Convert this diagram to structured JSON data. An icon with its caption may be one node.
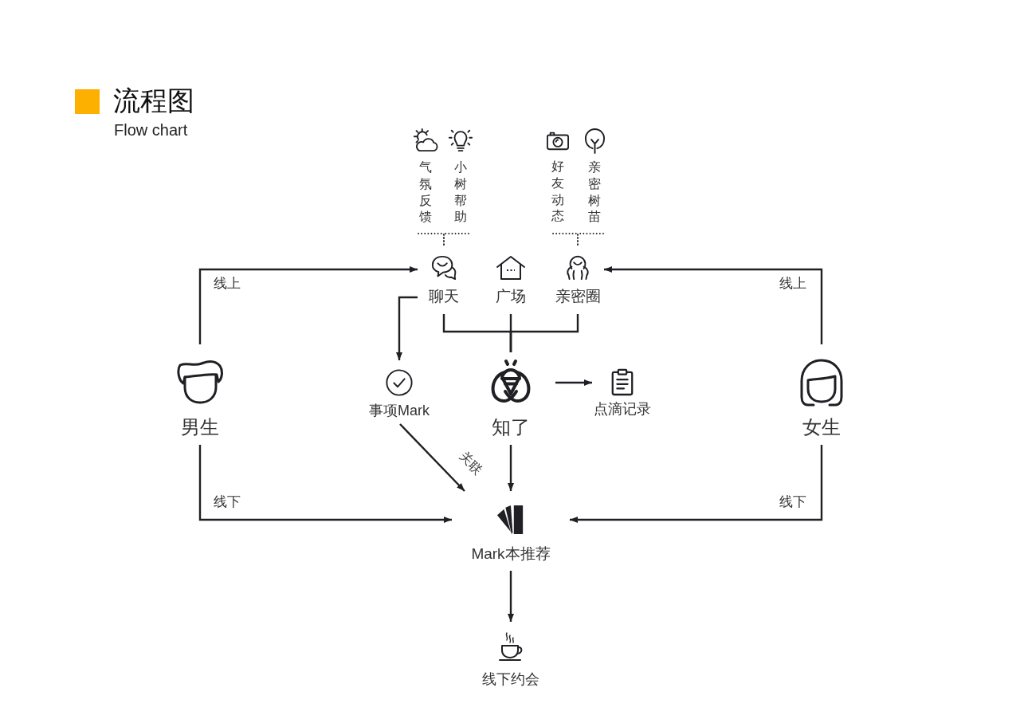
{
  "diagram": {
    "title": "流程图",
    "nodes": [
      {
        "text": [
          "气氛反馈"
        ]
      },
      {
        "text": [
          "小树帮助"
        ]
      },
      {
        "text": [
          "好友动态"
        ]
      },
      {
        "text": [
          "亲密树苗"
        ]
      },
      {
        "text": [
          "聊天"
        ]
      },
      {
        "text": [
          "广场"
        ]
      },
      {
        "text": [
          "亲密圈"
        ]
      },
      {
        "text": [
          "男生"
        ]
      },
      {
        "text": [
          "事项Mark"
        ]
      },
      {
        "text": [
          "知了"
        ]
      },
      {
        "text": [
          "点滴记录"
        ]
      },
      {
        "text": [
          "女生"
        ]
      },
      {
        "text": [
          "Mark本推荐"
        ]
      },
      {
        "text": [
          "线下约会"
        ]
      }
    ],
    "edges": [
      {
        "from": 0,
        "to": 4,
        "arrow": "none",
        "style": "dashed"
      },
      {
        "from": 1,
        "to": 4,
        "arrow": "none",
        "style": "dashed"
      },
      {
        "from": 2,
        "to": 6,
        "arrow": "none",
        "style": "dashed"
      },
      {
        "from": 3,
        "to": 6,
        "arrow": "none",
        "style": "dashed"
      },
      {
        "from": 7,
        "to": 4,
        "arrow": "to",
        "label": "线上"
      },
      {
        "from": 11,
        "to": 6,
        "arrow": "to",
        "label": "线上"
      },
      {
        "from": 4,
        "to": 8,
        "arrow": "to"
      },
      {
        "from": 4,
        "to": 9,
        "arrow": "none"
      },
      {
        "from": 5,
        "to": 9,
        "arrow": "none"
      },
      {
        "from": 6,
        "to": 9,
        "arrow": "none"
      },
      {
        "from": 9,
        "to": 10,
        "arrow": "to"
      },
      {
        "from": 8,
        "to": 12,
        "arrow": "to",
        "label": "关联"
      },
      {
        "from": 9,
        "to": 12,
        "arrow": "to"
      },
      {
        "from": 7,
        "to": 12,
        "arrow": "to",
        "label": "线下"
      },
      {
        "from": 11,
        "to": 12,
        "arrow": "to",
        "label": "线下"
      },
      {
        "from": 12,
        "to": 13,
        "arrow": "to"
      }
    ],
    "labels": [
      "Flow chart"
    ]
  }
}
